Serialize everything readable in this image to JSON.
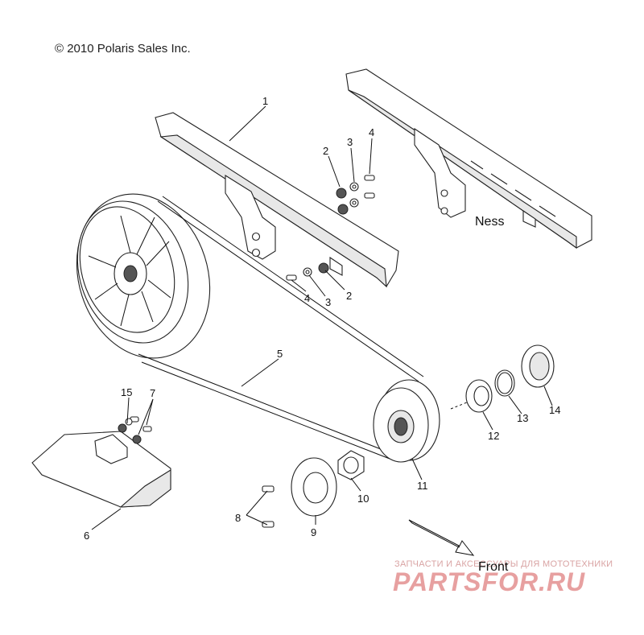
{
  "copyright": "© 2010 Polaris Sales Inc.",
  "variant_label": "Ness",
  "direction_label": "Front",
  "watermark": {
    "tagline": "ЗАПЧАСТИ И АКСЕССУАРЫ ДЛЯ МОТОТЕХНИКИ",
    "logo": "PARTSFOR.RU"
  },
  "callouts": {
    "c1": "1",
    "c2a": "2",
    "c3a": "3",
    "c4a": "4",
    "c4b": "4",
    "c3b": "3",
    "c2b": "2",
    "c5": "5",
    "c15": "15",
    "c7": "7",
    "c6": "6",
    "c8": "8",
    "c9": "9",
    "c10": "10",
    "c11": "11",
    "c12": "12",
    "c13": "13",
    "c14": "14"
  },
  "colors": {
    "line": "#111111",
    "watermark": "#e7a0a0"
  }
}
